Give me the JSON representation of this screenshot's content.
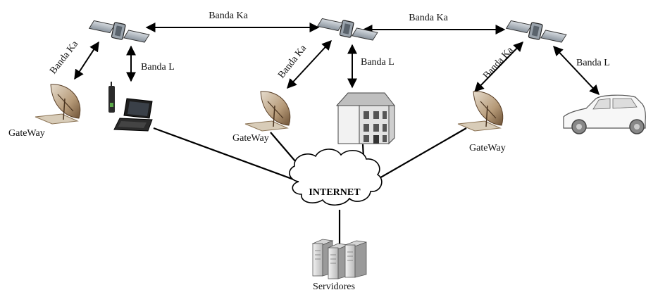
{
  "labels": {
    "ka_top_left": "Banda Ka",
    "ka_top_right": "Banda Ka",
    "ka_gw1": "Banda Ka",
    "ka_gw2": "Banda Ka",
    "ka_gw3": "Banda Ka",
    "l_laptop": "Banda L",
    "l_house": "Banda L",
    "l_car": "Banda L",
    "gateway1": "GateWay",
    "gateway2": "GateWay",
    "gateway3": "GateWay",
    "internet": "INTERNET",
    "servers": "Servidores"
  },
  "icons": {
    "satellite": "satellite-icon",
    "gateway": "satellite-dish-icon",
    "laptop": "laptop-icon",
    "house": "house-icon",
    "car": "car-icon",
    "cloud": "cloud-icon",
    "servers": "server-rack-icon"
  },
  "colors": {
    "line": "#000000",
    "dish": "#c8b49a",
    "dish_dark": "#7a5a3a",
    "satellite_panel": "#b0b8c0"
  }
}
